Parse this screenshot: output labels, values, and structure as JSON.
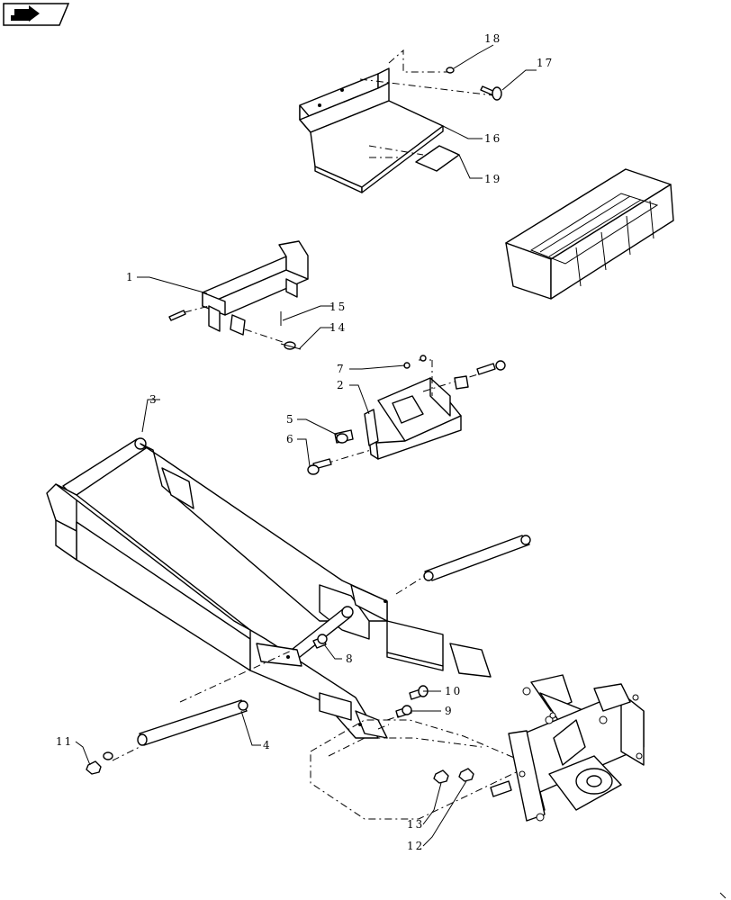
{
  "nav": {
    "icon": "next-page-arrow-icon"
  },
  "callouts": [
    {
      "id": "1",
      "text": "1"
    },
    {
      "id": "2",
      "text": "2"
    },
    {
      "id": "3",
      "text": "3"
    },
    {
      "id": "4",
      "text": "4"
    },
    {
      "id": "5",
      "text": "5"
    },
    {
      "id": "6",
      "text": "6"
    },
    {
      "id": "7",
      "text": "7"
    },
    {
      "id": "8",
      "text": "8"
    },
    {
      "id": "9",
      "text": "9"
    },
    {
      "id": "10",
      "text": "10"
    },
    {
      "id": "11",
      "text": "11"
    },
    {
      "id": "12",
      "text": "12"
    },
    {
      "id": "13",
      "text": "13"
    },
    {
      "id": "14",
      "text": "14"
    },
    {
      "id": "15",
      "text": "15"
    },
    {
      "id": "16",
      "text": "16"
    },
    {
      "id": "17",
      "text": "17"
    },
    {
      "id": "18",
      "text": "18"
    },
    {
      "id": "19",
      "text": "19"
    }
  ]
}
